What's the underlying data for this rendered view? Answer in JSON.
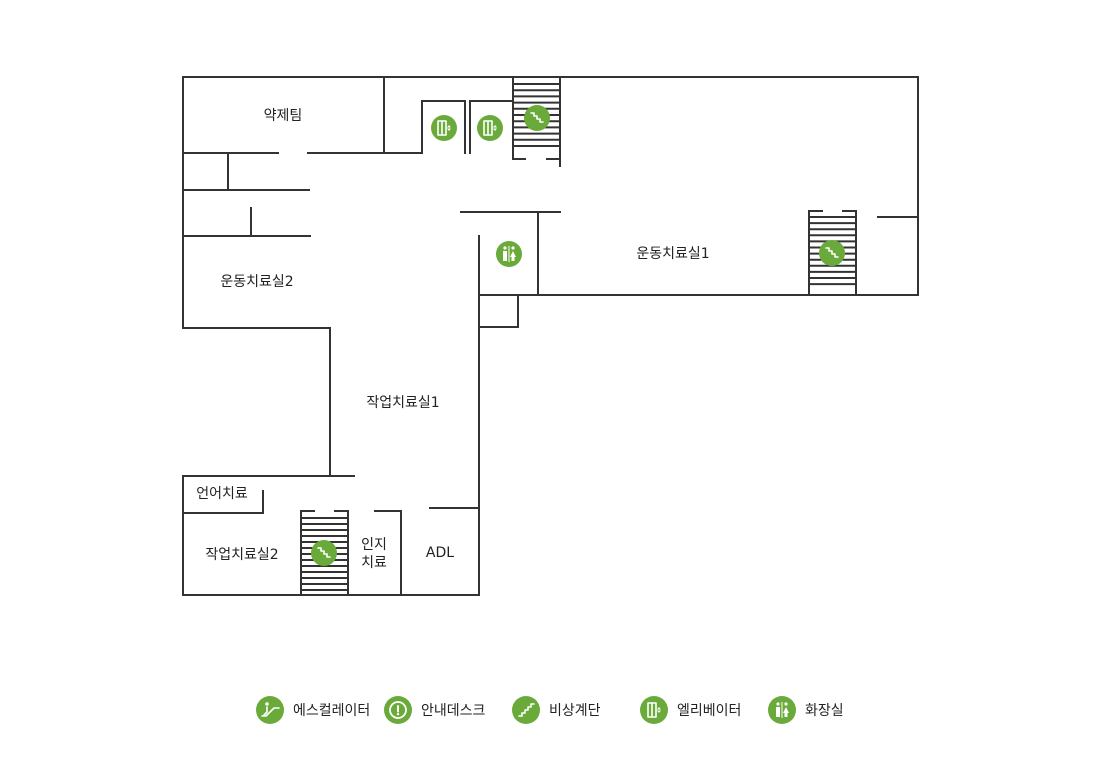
{
  "rooms": {
    "pharmacy": "약제팀",
    "exercise_therapy_2": "운동치료실2",
    "exercise_therapy_1": "운동치료실1",
    "occupational_therapy_1": "작업치료실1",
    "speech_therapy": "언어치료",
    "occupational_therapy_2": "작업치료실2",
    "cognitive_therapy_line1": "인지",
    "cognitive_therapy_line2": "치료",
    "adl": "ADL"
  },
  "legend": [
    {
      "icon": "escalator-icon",
      "label": "에스컬레이터"
    },
    {
      "icon": "info-desk-icon",
      "label": "안내데스크"
    },
    {
      "icon": "emergency-stairs-icon",
      "label": "비상계단"
    },
    {
      "icon": "elevator-icon",
      "label": "엘리베이터"
    },
    {
      "icon": "restroom-icon",
      "label": "화장실"
    }
  ],
  "colors": {
    "icon_green": "#6aaa3a",
    "wall": "#333333"
  }
}
